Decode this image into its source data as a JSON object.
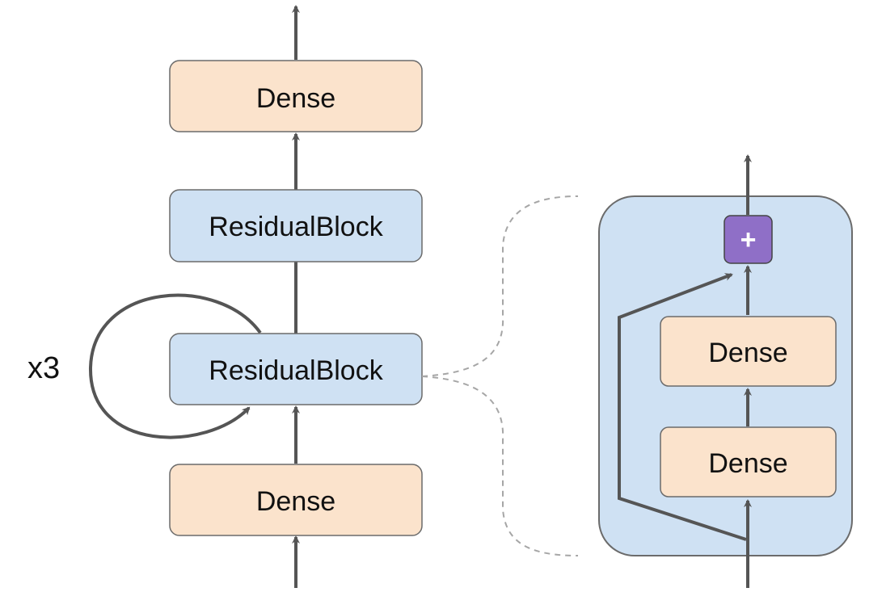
{
  "main_stack": {
    "top_dense": "Dense",
    "residual_block_upper": "ResidualBlock",
    "residual_block_lower": "ResidualBlock",
    "bottom_dense": "Dense",
    "repeat_label": "x3"
  },
  "residual_detail": {
    "add_symbol": "+",
    "dense_upper": "Dense",
    "dense_lower": "Dense"
  },
  "colors": {
    "dense_fill": "#fbe3cc",
    "residual_fill": "#cfe1f3",
    "add_fill": "#8f6fc7",
    "stroke": "#555555",
    "dashed": "#a6a6a6"
  }
}
